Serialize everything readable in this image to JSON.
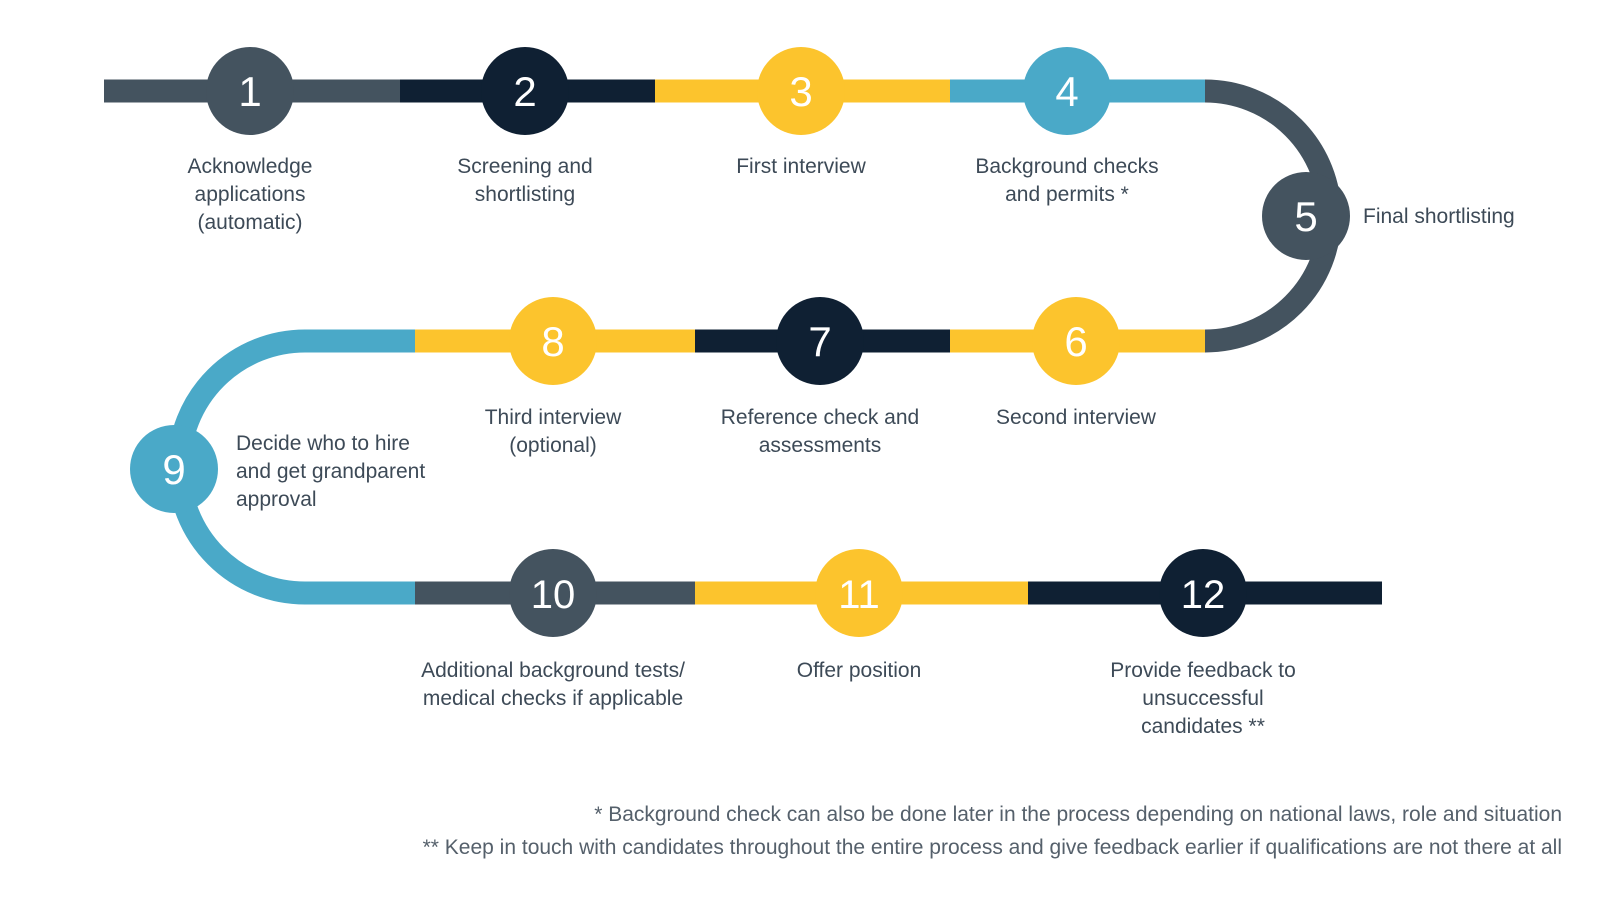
{
  "colors": {
    "slate": "#44535f",
    "navy": "#0f2033",
    "yellow": "#fcc42d",
    "blue": "#4aa9c8",
    "label_text": "#3d4a57",
    "footnote_text": "#55606b"
  },
  "steps": [
    {
      "number": "1",
      "label": "Acknowledge applications (automatic)",
      "lines": [
        "Acknowledge",
        "applications",
        "(automatic)"
      ],
      "color": "#44535f"
    },
    {
      "number": "2",
      "label": "Screening and shortlisting",
      "lines": [
        "Screening and",
        "shortlisting"
      ],
      "color": "#0f2033"
    },
    {
      "number": "3",
      "label": "First interview",
      "lines": [
        "First interview"
      ],
      "color": "#fcc42d"
    },
    {
      "number": "4",
      "label": "Background checks and permits *",
      "lines": [
        "Background checks",
        "and permits *"
      ],
      "color": "#4aa9c8"
    },
    {
      "number": "5",
      "label": "Final shortlisting",
      "lines": [
        "Final shortlisting"
      ],
      "color": "#44535f"
    },
    {
      "number": "6",
      "label": "Second interview",
      "lines": [
        "Second interview"
      ],
      "color": "#fcc42d"
    },
    {
      "number": "7",
      "label": "Reference check and assessments",
      "lines": [
        "Reference check and",
        "assessments"
      ],
      "color": "#0f2033"
    },
    {
      "number": "8",
      "label": "Third interview (optional)",
      "lines": [
        "Third interview",
        "(optional)"
      ],
      "color": "#fcc42d"
    },
    {
      "number": "9",
      "label": "Decide who to hire and get grandparent approval",
      "lines": [
        "Decide who to hire",
        "and get grandparent",
        "approval"
      ],
      "color": "#4aa9c8"
    },
    {
      "number": "10",
      "label": "Additional background tests/ medical checks if applicable",
      "lines": [
        "Additional background tests/",
        "medical checks if applicable"
      ],
      "color": "#44535f"
    },
    {
      "number": "11",
      "label": "Offer position",
      "lines": [
        "Offer position"
      ],
      "color": "#fcc42d"
    },
    {
      "number": "12",
      "label": "Provide feedback to unsuccessful candidates **",
      "lines": [
        "Provide feedback to",
        "unsuccessful",
        "candidates **"
      ],
      "color": "#0f2033"
    }
  ],
  "footnotes": [
    "* Background check can also be done later in the process depending on national laws, role and situation",
    "** Keep in touch with candidates throughout the entire process and give feedback earlier if qualifications are not there at all"
  ]
}
